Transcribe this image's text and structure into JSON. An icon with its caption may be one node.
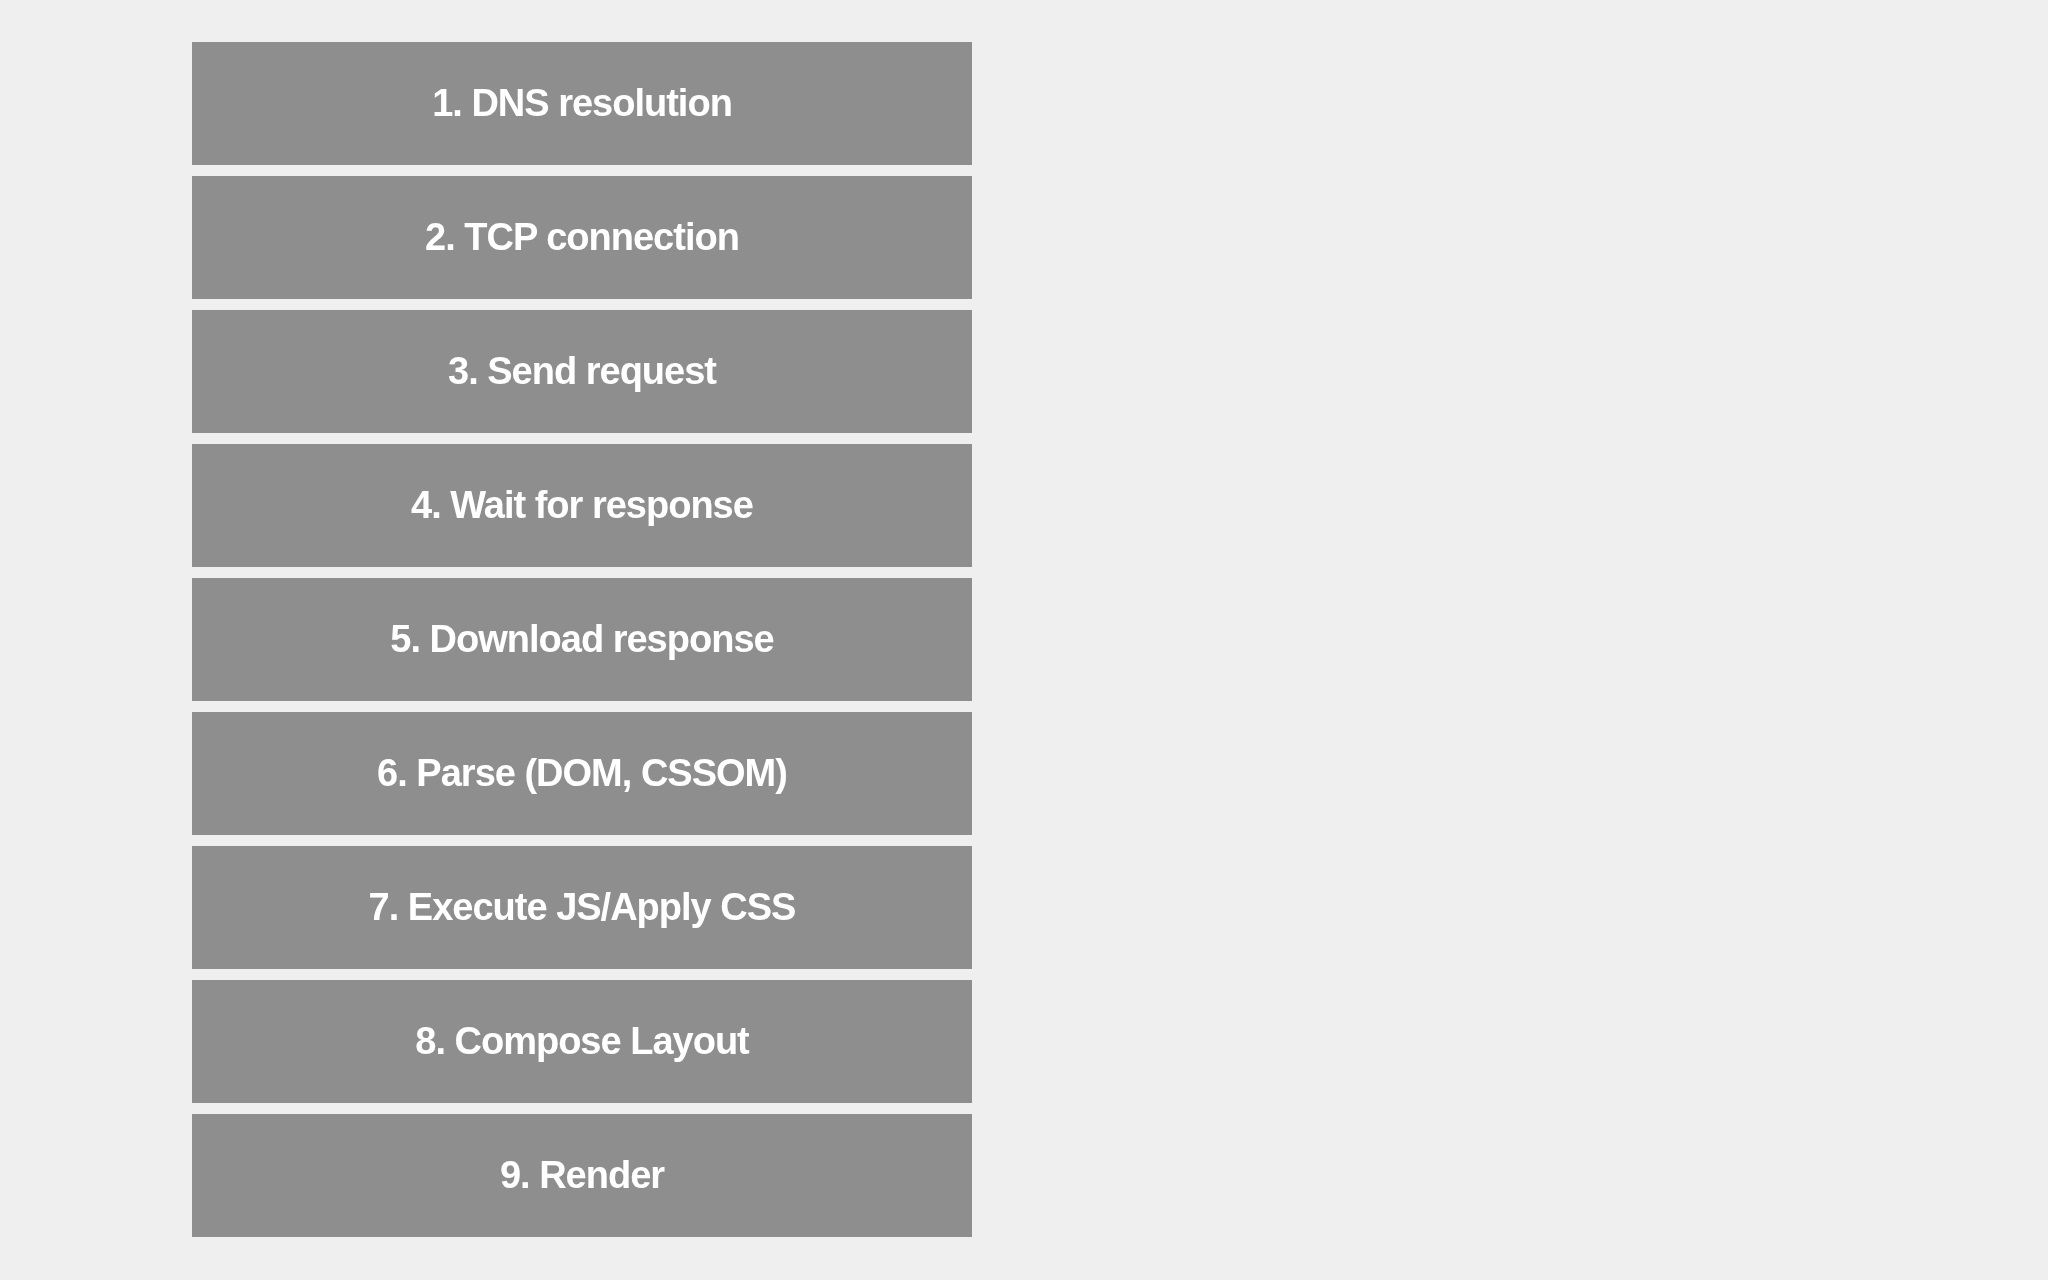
{
  "diagram": {
    "nodes": [
      {
        "text": [
          "1. DNS resolution"
        ]
      },
      {
        "text": [
          "2. TCP connection"
        ]
      },
      {
        "text": [
          "3. Send request"
        ]
      },
      {
        "text": [
          "4. Wait for response"
        ]
      },
      {
        "text": [
          "5. Download response"
        ]
      },
      {
        "text": [
          "6. Parse (DOM, CSSOM)"
        ]
      },
      {
        "text": [
          "7. Execute JS/Apply CSS"
        ]
      },
      {
        "text": [
          "8. Compose Layout"
        ]
      },
      {
        "text": [
          "9. Render"
        ]
      }
    ]
  }
}
